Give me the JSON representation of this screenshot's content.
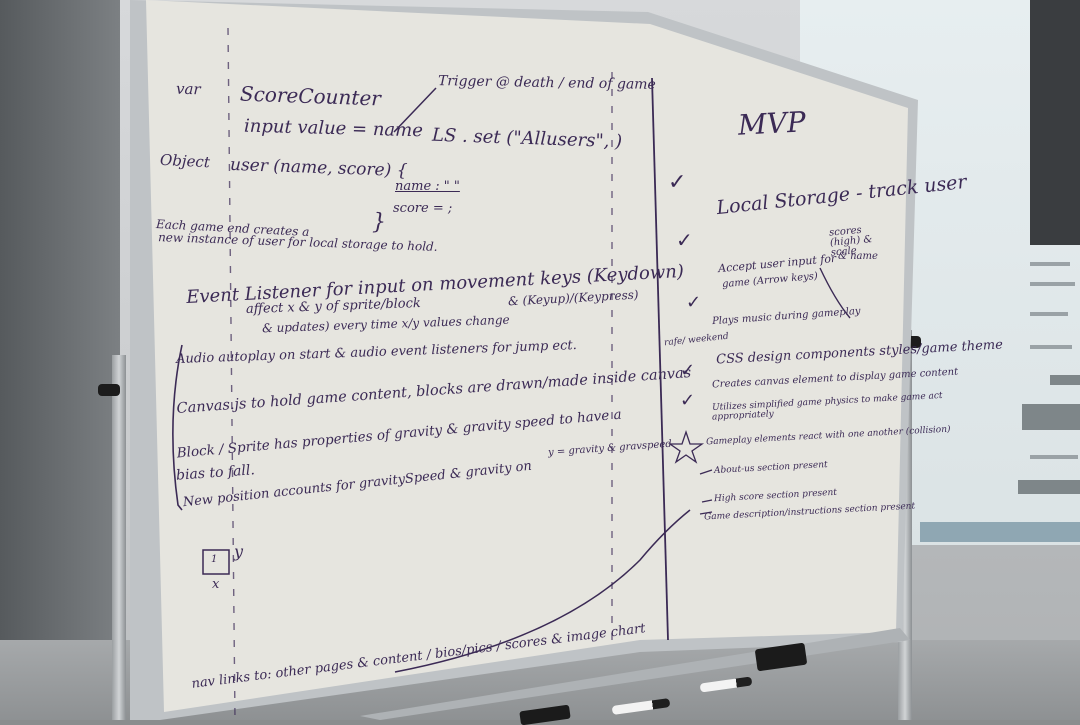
{
  "left": {
    "var_label": "var",
    "score_counter": "ScoreCounter",
    "input_line": "input value = name",
    "trigger_note": "Trigger @ death / end of game",
    "ls_set": "LS . set (\"Allusers\",   )",
    "object_label": "Object",
    "user_object": "user (name, score) {",
    "name_field": "name : \"  \"",
    "score_field": "score = ;",
    "close_brace": "}",
    "each_game_line1": "Each game end creates a",
    "each_game_line2": "new instance of user for local storage to hold.",
    "event_listener": "Event Listener for input on movement keys (Keydown)",
    "affect_line": "affect x & y of sprite/block",
    "keyup_line": "& (Keyup)/(Keypress)",
    "updates_line": "& updates) every time x/y values change",
    "audio_line": "Audio autoplay on start & audio event listeners for jump ect.",
    "canvas_line": "Canvas.js to hold game content, blocks are drawn/made inside canvas",
    "block_line1": "Block / Sprite has properties of gravity & gravity speed to have a",
    "block_line2": "bias to fall.",
    "new_position": "New position accounts for gravitySpeed & gravity on",
    "y_formula": "y = gravity & gravspeed",
    "square_label": "1",
    "y_axis": "y",
    "x_axis": "x",
    "nav_line": "nav links to: other pages & content / bios/pics / scores & image chart"
  },
  "right": {
    "title": "MVP",
    "local_storage": "Local Storage - track user",
    "scores_note": "scores (high) & scale",
    "name_note": "& name",
    "accept_input": "Accept user input for",
    "accept_input2": "game (Arrow keys)",
    "plays_music": "Plays music during gameplay",
    "side_note": "rafe/ weekend",
    "css_design": "CSS design components styles/game theme",
    "creates_canvas": "Creates canvas element to display game content",
    "utilizes": "Utilizes simplified game physics to make game act",
    "utilizes2": "appropriately",
    "gameplay_elements": "Gameplay elements react with one another (collision)",
    "about_us": "About-us section present",
    "high_score": "High score section present",
    "game_description": "Game description/instructions section present"
  },
  "colors": {
    "ink": "#3b2a55",
    "board": "#e8e7e1",
    "frame": "#b8bcbf"
  }
}
